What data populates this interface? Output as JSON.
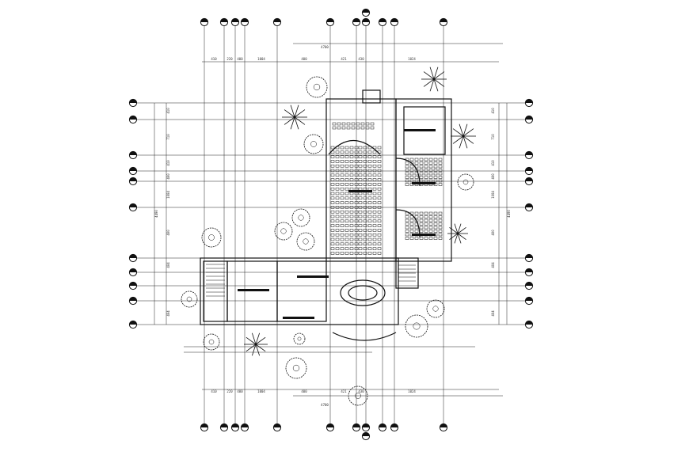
{
  "colors": {
    "ink": "#111111",
    "paper": "#ffffff",
    "tree": "#222222"
  },
  "dimensions": {
    "top": [
      "410",
      "220",
      "400",
      "1004",
      "400",
      "421",
      "430",
      "1024"
    ],
    "top_total": "4700",
    "bottom": [
      "410",
      "220",
      "400",
      "1004",
      "400",
      "421",
      "430",
      "1024"
    ],
    "bottom_total": "4700",
    "left": [
      "410",
      "710",
      "410",
      "400",
      "1004",
      "400",
      "404",
      "404"
    ],
    "left_total": "4490",
    "right": [
      "410",
      "710",
      "410",
      "400",
      "1004",
      "400",
      "404",
      "404"
    ],
    "right_total": "4490"
  }
}
